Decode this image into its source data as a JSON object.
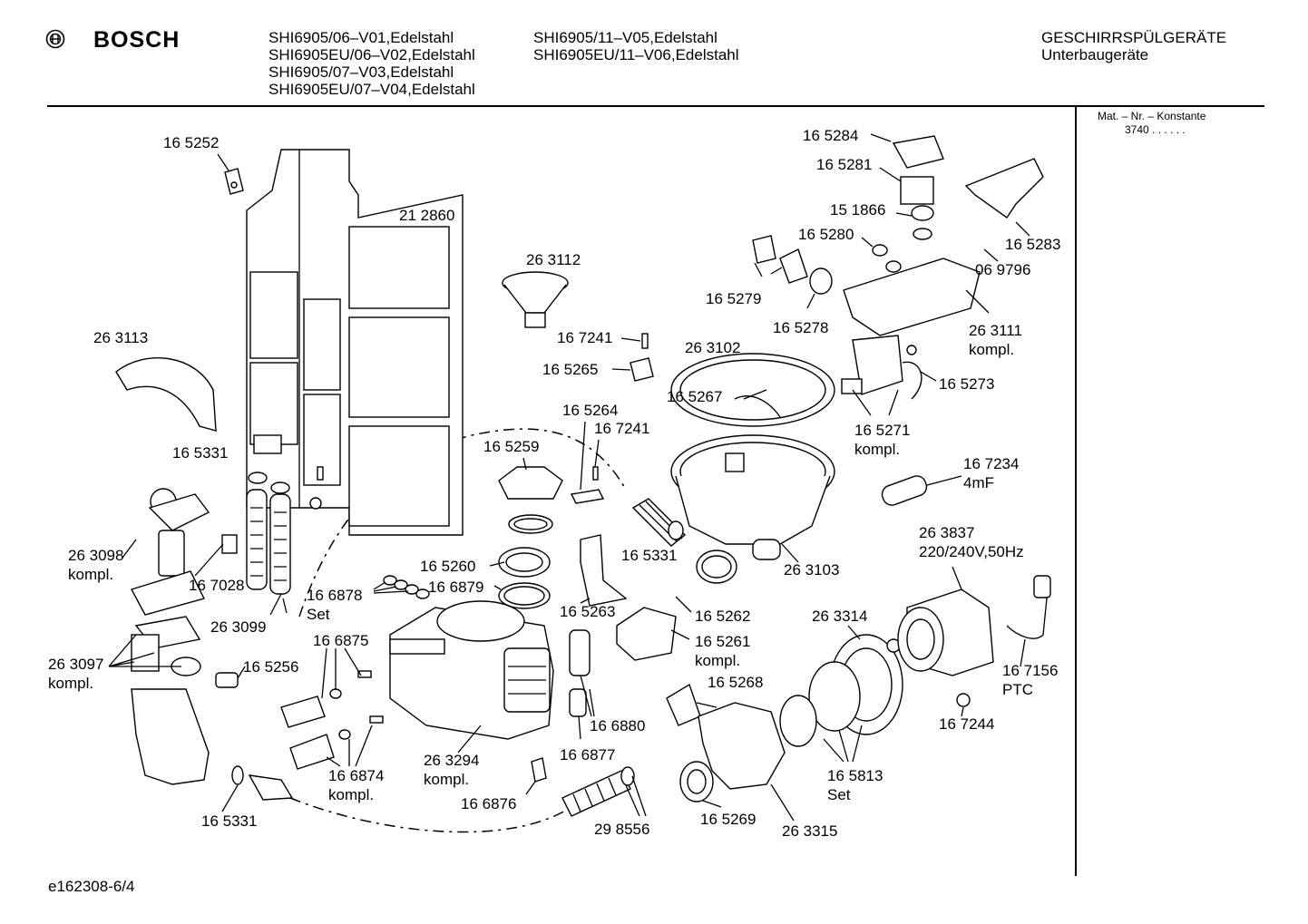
{
  "header": {
    "brand": "BOSCH",
    "models_col1": [
      "SHI6905/06–V01,Edelstahl",
      "SHI6905EU/06–V02,Edelstahl",
      "SHI6905/07–V03,Edelstahl",
      "SHI6905EU/07–V04,Edelstahl"
    ],
    "models_col2": [
      "SHI6905/11–V05,Edelstahl",
      "SHI6905EU/11–V06,Edelstahl"
    ],
    "category": "GESCHIRRSPÜLGERÄTE",
    "subcategory": "Unterbaugeräte"
  },
  "sidebar": {
    "mat_nr_label": "Mat. – Nr. – Konstante",
    "mat_nr_value": "3740  .  .  .  .  .  ."
  },
  "labels": [
    {
      "id": "l01",
      "text": "16 5252"
    },
    {
      "id": "l02",
      "text": "21 2860"
    },
    {
      "id": "l03",
      "text": "26 3112"
    },
    {
      "id": "l04",
      "text": "16 5284"
    },
    {
      "id": "l05",
      "text": "16 5281"
    },
    {
      "id": "l06",
      "text": "15 1866"
    },
    {
      "id": "l07",
      "text": "16 5280"
    },
    {
      "id": "l08",
      "text": "16 5283"
    },
    {
      "id": "l09",
      "text": "06 9796"
    },
    {
      "id": "l10",
      "text": "16 5279"
    },
    {
      "id": "l11",
      "text": "16 5278"
    },
    {
      "id": "l12",
      "text": "26 3111"
    },
    {
      "id": "l13",
      "text": "kompl."
    },
    {
      "id": "l14",
      "text": "26 3113"
    },
    {
      "id": "l15",
      "text": "16 7241"
    },
    {
      "id": "l16",
      "text": "26 3102"
    },
    {
      "id": "l17",
      "text": "16 5265"
    },
    {
      "id": "l18",
      "text": "16 5267"
    },
    {
      "id": "l19",
      "text": "16 5273"
    },
    {
      "id": "l20",
      "text": "16 5271"
    },
    {
      "id": "l21",
      "text": "kompl."
    },
    {
      "id": "l22",
      "text": "16 5264"
    },
    {
      "id": "l23",
      "text": "16 7241"
    },
    {
      "id": "l24",
      "text": "16 5331"
    },
    {
      "id": "l25",
      "text": "16 5259"
    },
    {
      "id": "l26",
      "text": "16 7234"
    },
    {
      "id": "l27",
      "text": "4mF"
    },
    {
      "id": "l28",
      "text": "26 3837"
    },
    {
      "id": "l29",
      "text": "220/240V,50Hz"
    },
    {
      "id": "l30",
      "text": "26 3098"
    },
    {
      "id": "l31",
      "text": "kompl."
    },
    {
      "id": "l32",
      "text": "16 7028"
    },
    {
      "id": "l33",
      "text": "16 5331"
    },
    {
      "id": "l34",
      "text": "16 5260"
    },
    {
      "id": "l35",
      "text": "16 6879"
    },
    {
      "id": "l36",
      "text": "16 6878"
    },
    {
      "id": "l37",
      "text": "Set"
    },
    {
      "id": "l38",
      "text": "26 3103"
    },
    {
      "id": "l39",
      "text": "26 3099"
    },
    {
      "id": "l40",
      "text": "16 5263"
    },
    {
      "id": "l41",
      "text": "16 5262"
    },
    {
      "id": "l42",
      "text": "26 3314"
    },
    {
      "id": "l43",
      "text": "16 6875"
    },
    {
      "id": "l44",
      "text": "16 5261"
    },
    {
      "id": "l45",
      "text": "kompl."
    },
    {
      "id": "l46",
      "text": "26 3097"
    },
    {
      "id": "l47",
      "text": "kompl."
    },
    {
      "id": "l48",
      "text": "16 5256"
    },
    {
      "id": "l49",
      "text": "16 5268"
    },
    {
      "id": "l50",
      "text": "16 7156"
    },
    {
      "id": "l51",
      "text": "PTC"
    },
    {
      "id": "l52",
      "text": "16 6880"
    },
    {
      "id": "l53",
      "text": "16 7244"
    },
    {
      "id": "l54",
      "text": "16 6877"
    },
    {
      "id": "l55",
      "text": "26 3294"
    },
    {
      "id": "l56",
      "text": "kompl."
    },
    {
      "id": "l57",
      "text": "16 6874"
    },
    {
      "id": "l58",
      "text": "kompl."
    },
    {
      "id": "l59",
      "text": "16 5813"
    },
    {
      "id": "l60",
      "text": "Set"
    },
    {
      "id": "l61",
      "text": "16 6876"
    },
    {
      "id": "l62",
      "text": "16 5331"
    },
    {
      "id": "l63",
      "text": "29 8556"
    },
    {
      "id": "l64",
      "text": "16 5269"
    },
    {
      "id": "l65",
      "text": "26 3315"
    }
  ],
  "footer": {
    "drawing_id": "e162308-6/4"
  }
}
